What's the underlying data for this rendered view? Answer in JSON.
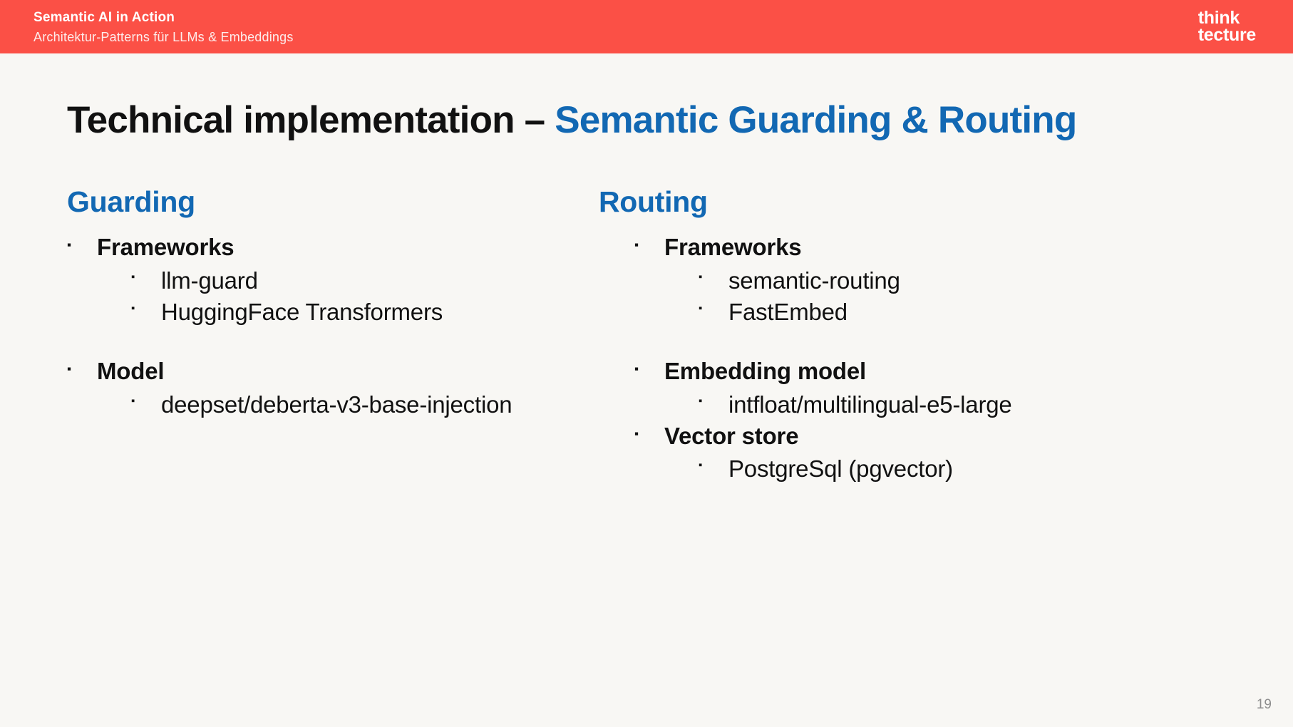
{
  "header": {
    "title": "Semantic AI in Action",
    "subtitle": "Architektur-Patterns für LLMs & Embeddings",
    "logo_line1": "think",
    "logo_line2": "tecture",
    "bg_color": "#fb5046"
  },
  "slide": {
    "title_plain": "Technical implementation – ",
    "title_accent": "Semantic Guarding & Routing",
    "accent_color": "#1268b3",
    "background_color": "#f8f7f4",
    "page_number": "19"
  },
  "columns": [
    {
      "heading": "Guarding",
      "items": [
        {
          "level": 1,
          "text": "Frameworks"
        },
        {
          "level": 2,
          "text": "llm-guard"
        },
        {
          "level": 2,
          "text": "HuggingFace Transformers"
        },
        {
          "level": 0,
          "text": ""
        },
        {
          "level": 1,
          "text": "Model"
        },
        {
          "level": 2,
          "text": "deepset/deberta-v3-base-injection"
        }
      ]
    },
    {
      "heading": "Routing",
      "items": [
        {
          "level": 1,
          "text": "Frameworks"
        },
        {
          "level": 2,
          "text": "semantic-routing"
        },
        {
          "level": 2,
          "text": "FastEmbed"
        },
        {
          "level": 0,
          "text": ""
        },
        {
          "level": 1,
          "text": "Embedding model"
        },
        {
          "level": 2,
          "text": "intfloat/multilingual-e5-large"
        },
        {
          "level": 1,
          "text": "Vector store"
        },
        {
          "level": 2,
          "text": "PostgreSql (pgvector)"
        }
      ]
    }
  ],
  "bullet_glyph": "▪"
}
